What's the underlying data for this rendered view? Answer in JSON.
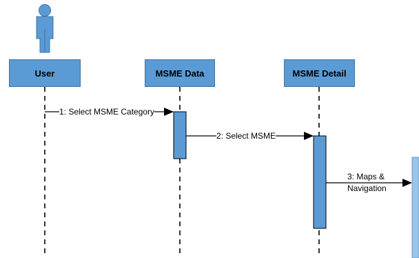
{
  "lifelines": {
    "user": "User",
    "msme_data": "MSME Data",
    "msme_detail": "MSME Detail"
  },
  "messages": {
    "m1": "1: Select MSME Category",
    "m2": "2: Select MSME",
    "m3_line1": "3: Maps &",
    "m3_line2": "Navigation"
  },
  "colors": {
    "box_fill": "#5b9bd5",
    "box_border": "#41719c",
    "activation_fill": "#5b9bd5",
    "offscreen_lifeline_fill": "#9dc3e6"
  },
  "icons": {
    "actor": "person-icon"
  }
}
